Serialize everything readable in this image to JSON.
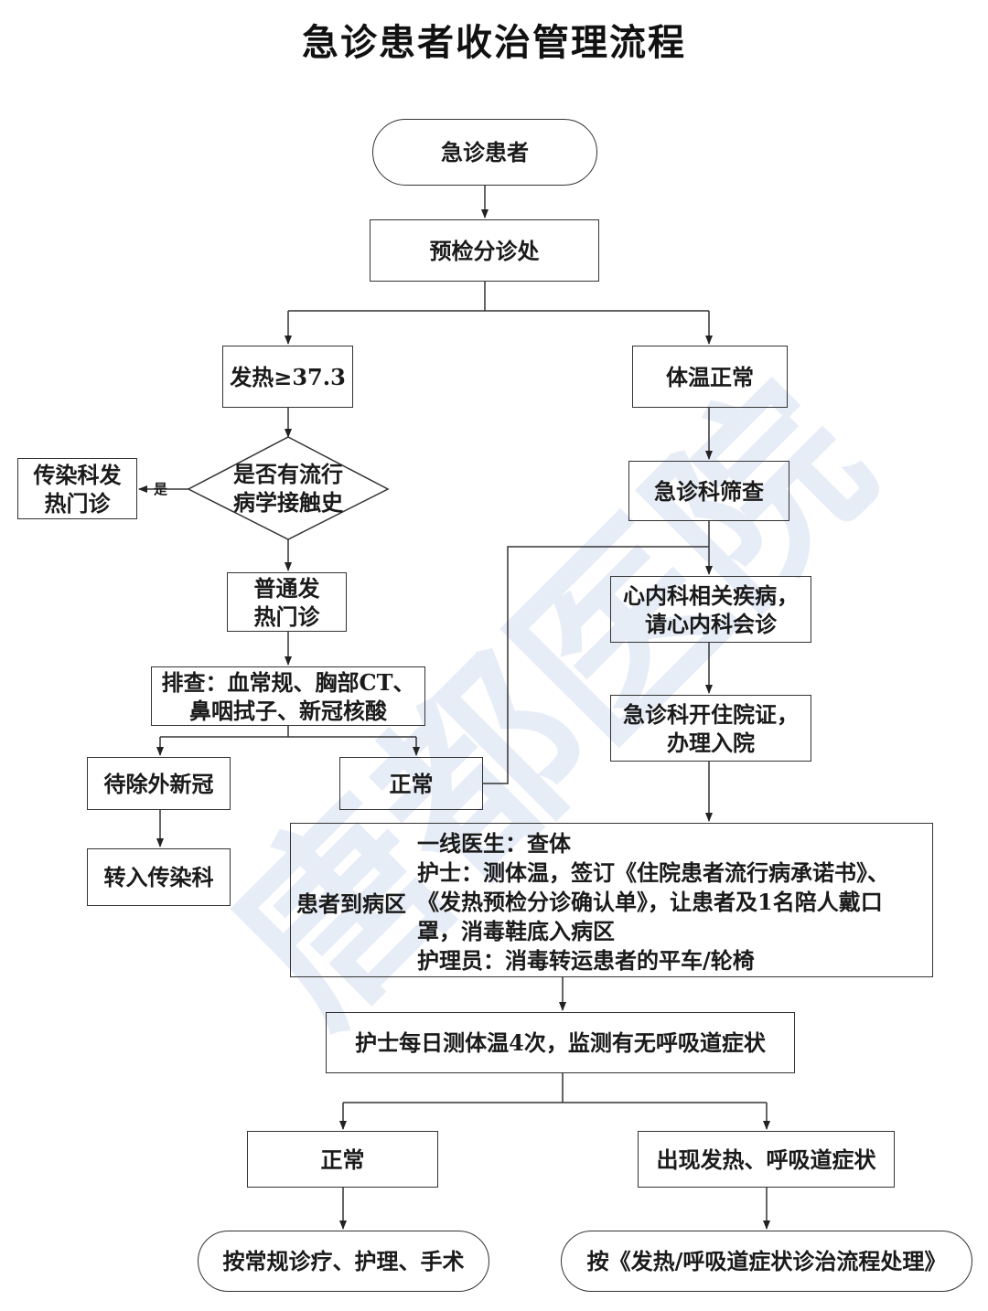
{
  "title": "急诊患者收治管理流程",
  "watermark": "唐都医院",
  "nodes": {
    "start": "急诊患者",
    "triage": "预检分诊处",
    "fever": "发热≥37.3",
    "normal_temp": "体温正常",
    "epi_question": "是否有流行\n病学接触史",
    "infect_clinic": "传染科发\n热门诊",
    "yes_label": "是",
    "general_fever_clinic": "普通发\n热门诊",
    "screening": "排查：血常规、胸部CT、\n鼻咽拭子、新冠核酸",
    "pending_covid": "待除外新冠",
    "normal_left": "正常",
    "transfer_infect": "转入传染科",
    "er_screening": "急诊科筛查",
    "cardio": "心内科相关疾病，\n请心内科会诊",
    "admission": "急诊科开住院证，\n办理入院",
    "ward_lead": "患者到病区",
    "ward_lines": [
      "一线医生：查体",
      "护士：测体温，签订《住院患者流行病承诺书》、",
      "《发热预检分诊确认单》，让患者及1名陪人戴口",
      "罩，消毒鞋底入病区",
      "护理员：消毒转运患者的平车/轮椅"
    ],
    "monitor": "护士每日测体温4次，监测有无呼吸道症状",
    "normal_bottom": "正常",
    "fever_symptom": "出现发热、呼吸道症状",
    "routine_care": "按常规诊疗、护理、手术",
    "fever_process": "按《发热/呼吸道症状诊治流程处理》"
  }
}
